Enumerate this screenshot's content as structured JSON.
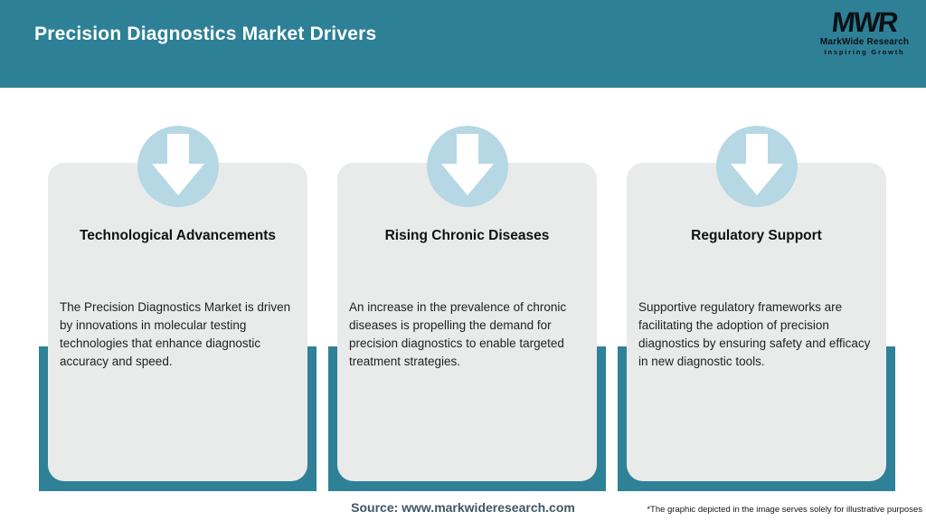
{
  "header": {
    "title": "Precision Diagnostics Market Drivers",
    "logo": {
      "monogram": "MWR",
      "company": "MarkWide Research",
      "tagline": "Inspiring Growth"
    }
  },
  "cards": [
    {
      "icon": "down-arrow-icon",
      "title": "Technological Advancements",
      "description": "The Precision Diagnostics Market is driven by innovations in molecular testing technologies that enhance diagnostic accuracy and speed."
    },
    {
      "icon": "down-arrow-icon",
      "title": "Rising Chronic Diseases",
      "description": "An increase in the prevalence of chronic diseases is propelling the demand for precision diagnostics to enable targeted treatment strategies."
    },
    {
      "icon": "down-arrow-icon",
      "title": "Regulatory Support",
      "description": "Supportive regulatory frameworks are facilitating the adoption of precision diagnostics by ensuring safety and efficacy in new diagnostic tools."
    }
  ],
  "footer": {
    "source": "Source: www.markwideresearch.com",
    "disclaimer": "*The graphic depicted in the image serves solely for illustrative purposes"
  },
  "colors": {
    "header_teal": "#2D8096",
    "shadow_band_teal": "#2E8197",
    "arrow_circle_blue": "#B6D8E4",
    "card_background": "#E9EBEA",
    "source_text": "#3D5766"
  }
}
